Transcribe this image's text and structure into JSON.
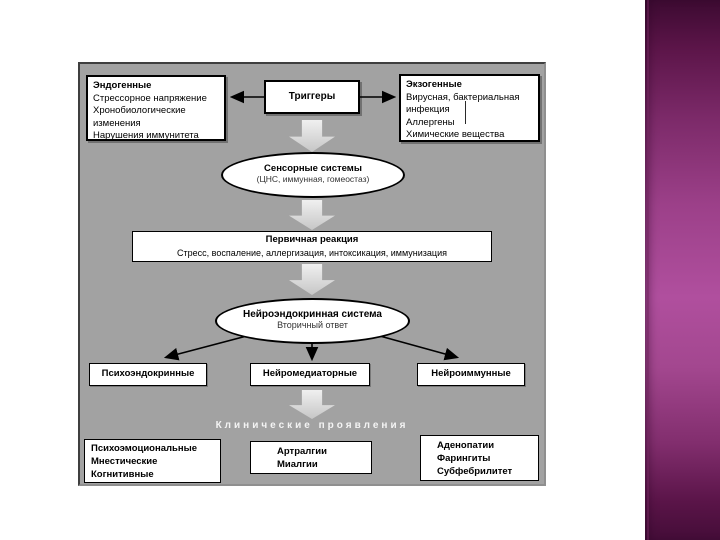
{
  "slide": {
    "panel_bg": "#a2a2a2",
    "stripe_accent": "#b04f9e",
    "stripe_dark": "#3c0a31"
  },
  "diagram": {
    "endogenous": {
      "title": "Эндогенные",
      "lines": [
        "Стрессорное напряжение",
        "Хронобиологические",
        "изменения",
        "Нарушения иммунитета"
      ]
    },
    "triggers": {
      "label": "Триггеры"
    },
    "exogenous": {
      "title": "Экзогенные",
      "lines": [
        "Вирусная, бактериальная",
        "инфекция",
        "Аллергены",
        "Химические вещества"
      ]
    },
    "sensory": {
      "title": "Сенсорные системы",
      "subtitle": "(ЦНС, иммунная, гомеостаз)"
    },
    "primary_reaction": {
      "title": "Первичная реакция",
      "subtitle": "Стресс, воспаление, аллергизация, интоксикация, иммунизация"
    },
    "neuroendocrine": {
      "title": "Нейроэндокринная система",
      "subtitle": "Вторичный ответ"
    },
    "branches": {
      "left": "Психоэндокринные",
      "middle": "Нейромедиаторные",
      "right": "Нейроиммунные"
    },
    "clinical_label": "Клинические проявления",
    "outcomes": {
      "psycho": {
        "lines": [
          "Психоэмоциональные",
          "Мнестические",
          "Когнитивные"
        ]
      },
      "pain": {
        "lines": [
          "Артралгии",
          "Миалгии"
        ]
      },
      "immune": {
        "lines": [
          "Аденопатии",
          "Фарингиты",
          "Субфебрилитет"
        ]
      }
    }
  }
}
